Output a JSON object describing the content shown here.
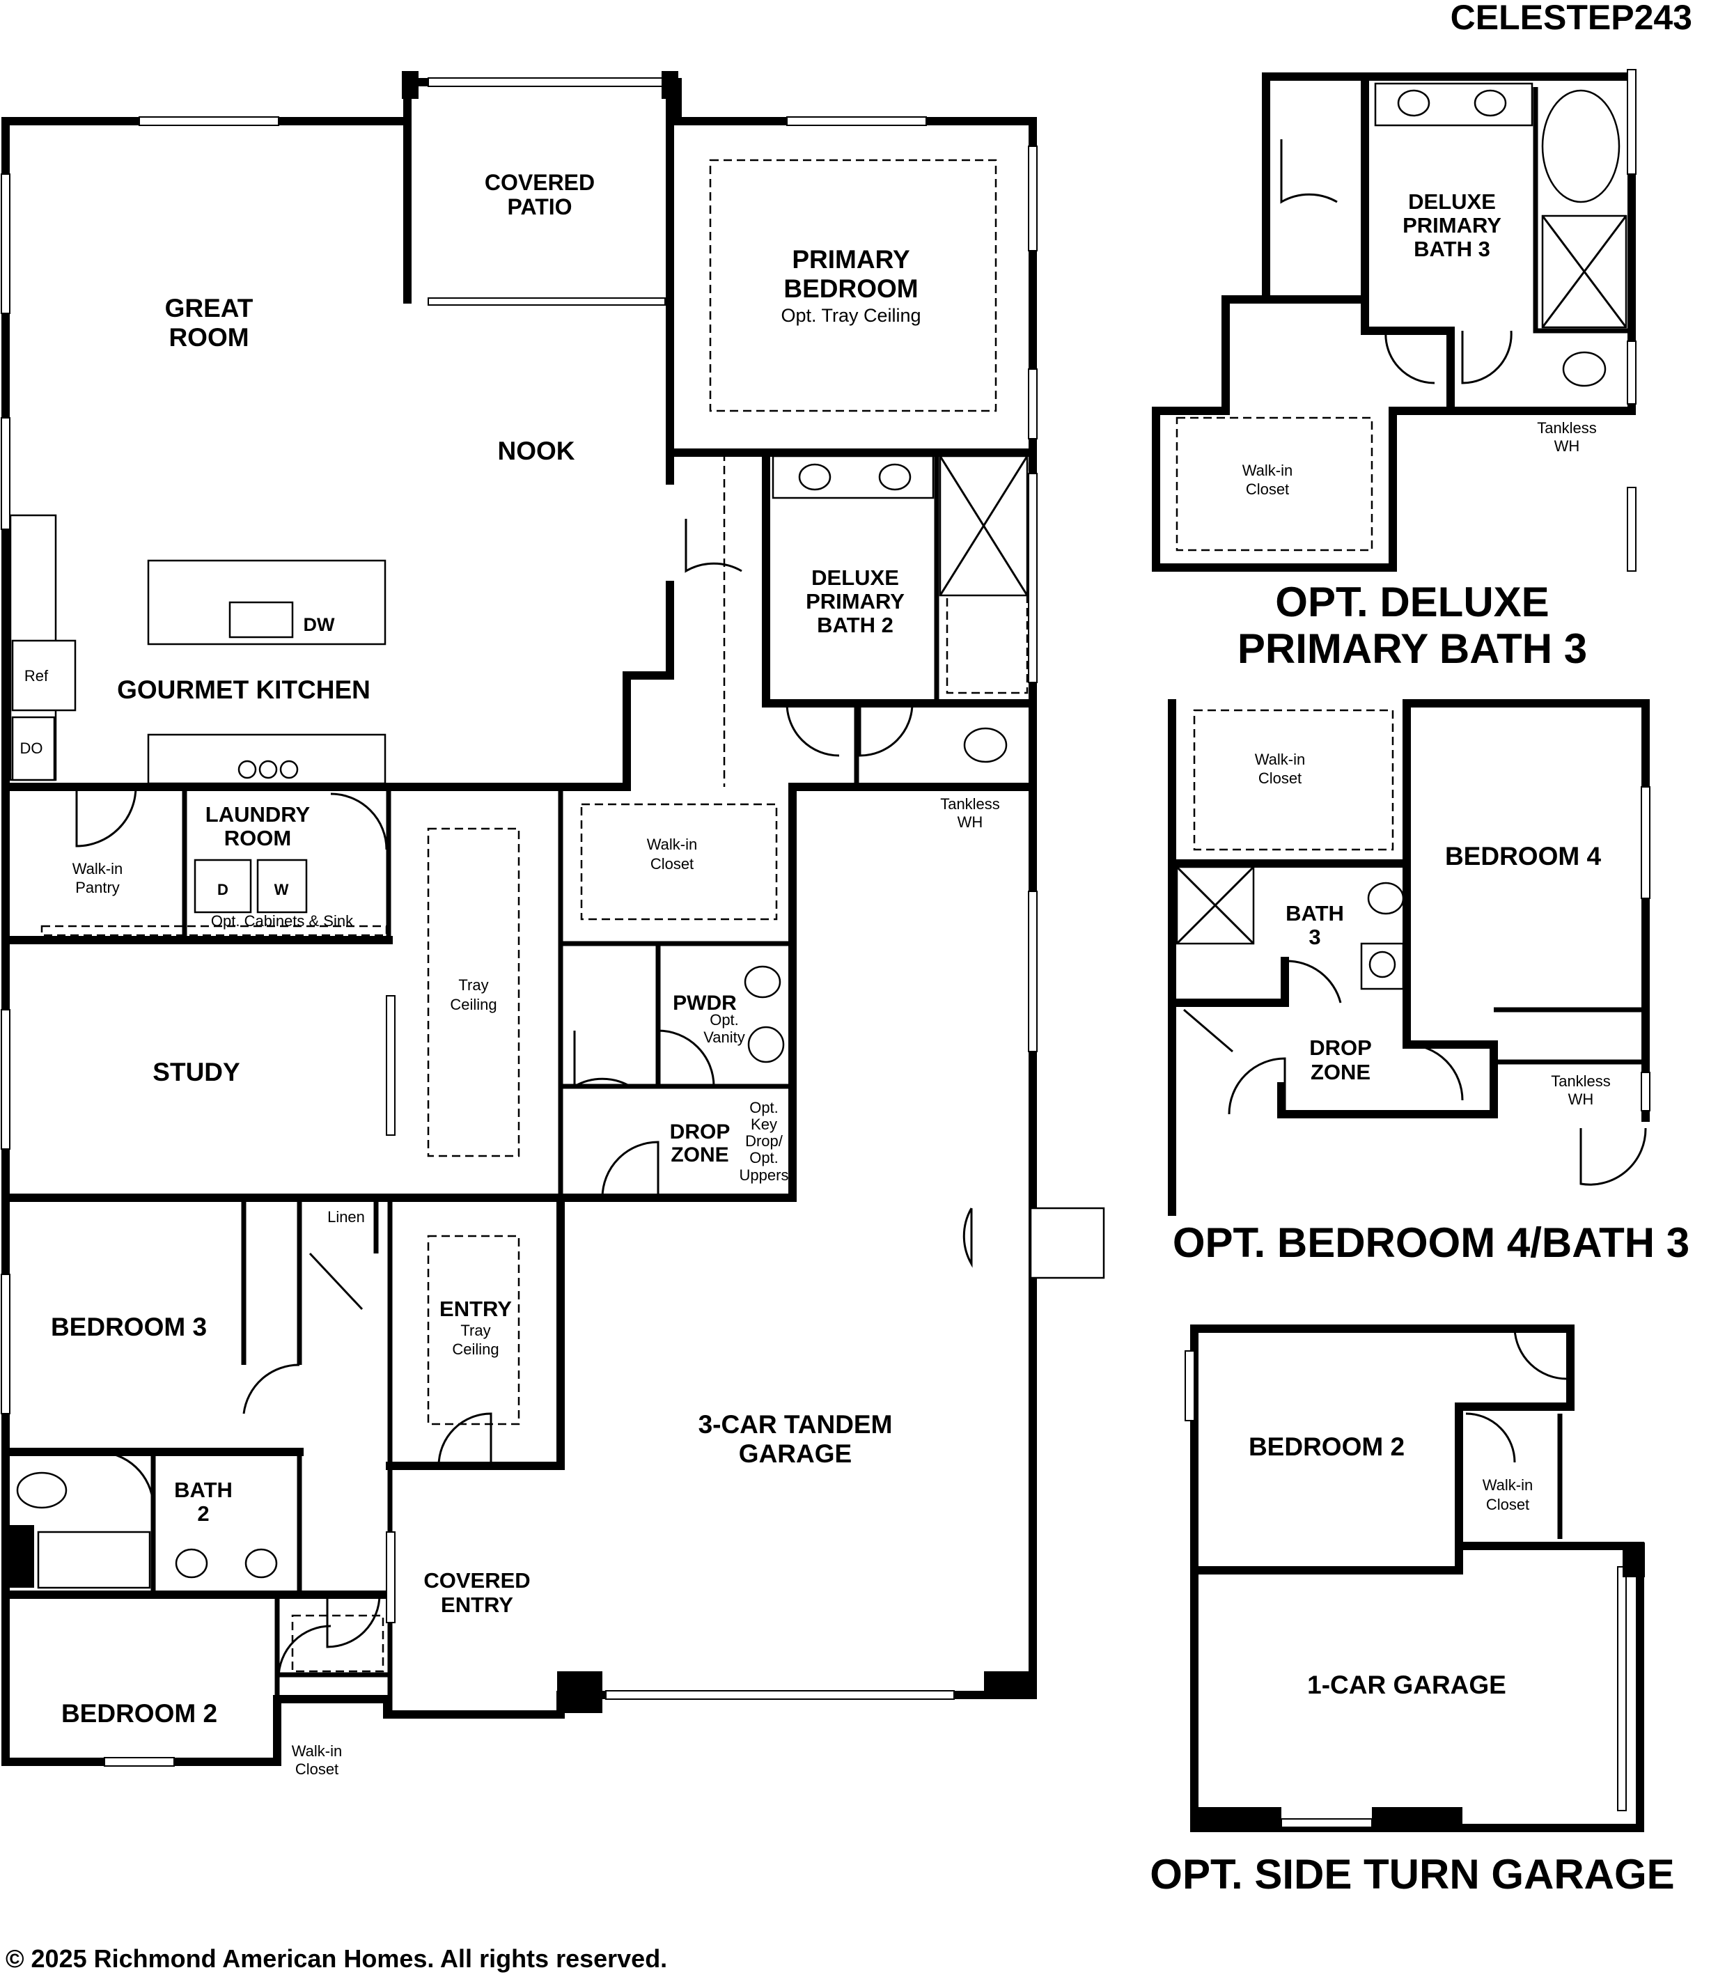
{
  "plan_code": "CELESTEP243",
  "copyright": "© 2025 Richmond American Homes. All rights reserved.",
  "main_plan": {
    "great_room": [
      "GREAT",
      "ROOM"
    ],
    "covered_patio": [
      "COVERED",
      "PATIO"
    ],
    "primary_bedroom": [
      "PRIMARY",
      "BEDROOM"
    ],
    "primary_bedroom_note": "Opt. Tray Ceiling",
    "nook": "NOOK",
    "deluxe_primary_bath_2": [
      "DELUXE",
      "PRIMARY",
      "BATH 2"
    ],
    "dishwasher": "DW",
    "refrigerator": "Ref",
    "double_oven": "DO",
    "gourmet_kitchen": "GOURMET KITCHEN",
    "walk_in_pantry": [
      "Walk-in",
      "Pantry"
    ],
    "laundry_room": [
      "LAUNDRY",
      "ROOM"
    ],
    "dryer": "D",
    "washer": "W",
    "laundry_note": "Opt. Cabinets & Sink",
    "walk_in_closet_primary": [
      "Walk-in",
      "Closet"
    ],
    "tankless_wh": [
      "Tankless",
      "WH"
    ],
    "tray_ceiling": [
      "Tray",
      "Ceiling"
    ],
    "study": "STUDY",
    "powder": "PWDR",
    "powder_note": [
      "Opt.",
      "Vanity"
    ],
    "drop_zone": [
      "DROP",
      "ZONE"
    ],
    "key_drop_note": [
      "Opt.",
      "Key",
      "Drop/",
      "Opt.",
      "Uppers"
    ],
    "linen": "Linen",
    "bedroom_3": "BEDROOM 3",
    "entry": "ENTRY",
    "entry_note": [
      "Tray",
      "Ceiling"
    ],
    "garage": [
      "3-CAR TANDEM",
      "GARAGE"
    ],
    "bath_2": [
      "BATH",
      "2"
    ],
    "covered_entry": [
      "COVERED",
      "ENTRY"
    ],
    "bedroom_2": "BEDROOM 2",
    "walk_in_closet_bed2": [
      "Walk-in",
      "Closet"
    ]
  },
  "option_deluxe_bath": {
    "bath": [
      "DELUXE",
      "PRIMARY",
      "BATH 3"
    ],
    "tankless_wh": [
      "Tankless",
      "WH"
    ],
    "closet": [
      "Walk-in",
      "Closet"
    ],
    "caption": [
      "OPT. DELUXE",
      "PRIMARY BATH 3"
    ]
  },
  "option_bedroom4": {
    "closet": [
      "Walk-in",
      "Closet"
    ],
    "bedroom": "BEDROOM 4",
    "bath": [
      "BATH",
      "3"
    ],
    "drop_zone": [
      "DROP",
      "ZONE"
    ],
    "tankless_wh": [
      "Tankless",
      "WH"
    ],
    "caption": "OPT. BEDROOM 4/BATH 3"
  },
  "option_side_garage": {
    "bedroom": "BEDROOM 2",
    "closet": [
      "Walk-in",
      "Closet"
    ],
    "garage": "1-CAR GARAGE",
    "caption": "OPT. SIDE TURN GARAGE"
  }
}
